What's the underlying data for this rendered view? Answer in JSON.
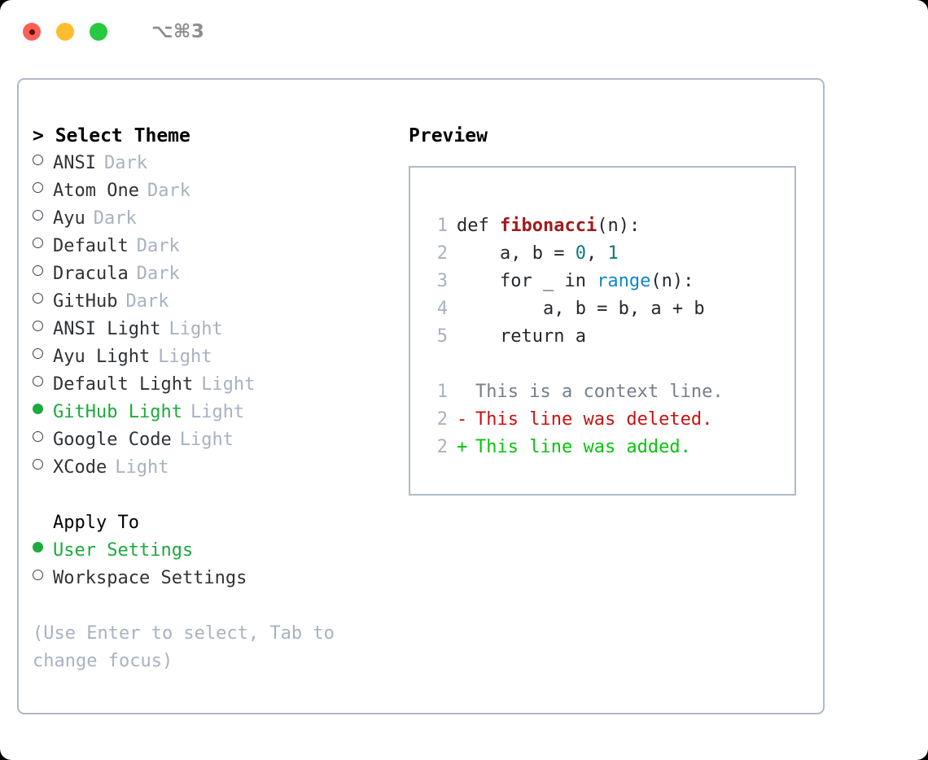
{
  "window": {
    "shortcut": "⌥⌘3",
    "traffic_lights": [
      {
        "name": "close",
        "color": "#ff5f57"
      },
      {
        "name": "minimize",
        "color": "#febc2e"
      },
      {
        "name": "maximize",
        "color": "#28c840"
      }
    ]
  },
  "theme_list": {
    "header": "> Select Theme",
    "items": [
      {
        "label": "ANSI",
        "tag": "Dark",
        "selected": false
      },
      {
        "label": "Atom One",
        "tag": "Dark",
        "selected": false
      },
      {
        "label": "Ayu",
        "tag": "Dark",
        "selected": false
      },
      {
        "label": "Default",
        "tag": "Dark",
        "selected": false
      },
      {
        "label": "Dracula",
        "tag": "Dark",
        "selected": false
      },
      {
        "label": "GitHub",
        "tag": "Dark",
        "selected": false
      },
      {
        "label": "ANSI Light",
        "tag": "Light",
        "selected": false
      },
      {
        "label": "Ayu Light",
        "tag": "Light",
        "selected": false
      },
      {
        "label": "Default Light",
        "tag": "Light",
        "selected": false
      },
      {
        "label": "GitHub Light",
        "tag": "Light",
        "selected": true
      },
      {
        "label": "Google Code",
        "tag": "Light",
        "selected": false
      },
      {
        "label": "XCode",
        "tag": "Light",
        "selected": false
      }
    ]
  },
  "apply_to": {
    "header": "Apply To",
    "items": [
      {
        "label": "User Settings",
        "selected": true
      },
      {
        "label": "Workspace Settings",
        "selected": false
      }
    ]
  },
  "hint": "(Use Enter to select, Tab to change focus)",
  "preview": {
    "title": "Preview",
    "code_lines": [
      {
        "num": "1",
        "parts": [
          {
            "text": "def ",
            "type": "plain"
          },
          {
            "text": "fibonacci",
            "type": "fn"
          },
          {
            "text": "(n):",
            "type": "plain"
          }
        ]
      },
      {
        "num": "2",
        "parts": [
          {
            "text": "    a, b = ",
            "type": "plain"
          },
          {
            "text": "0",
            "type": "num"
          },
          {
            "text": ", ",
            "type": "plain"
          },
          {
            "text": "1",
            "type": "num"
          }
        ]
      },
      {
        "num": "3",
        "parts": [
          {
            "text": "    for _ in ",
            "type": "plain"
          },
          {
            "text": "range",
            "type": "call"
          },
          {
            "text": "(n):",
            "type": "plain"
          }
        ]
      },
      {
        "num": "4",
        "parts": [
          {
            "text": "        a, b = b, a + b",
            "type": "plain"
          }
        ]
      },
      {
        "num": "5",
        "parts": [
          {
            "text": "    return a",
            "type": "plain"
          }
        ]
      }
    ],
    "diff_lines": [
      {
        "num": "1",
        "sign": " ",
        "text": "This is a context line.",
        "type": "context"
      },
      {
        "num": "2",
        "sign": "-",
        "text": "This line was deleted.",
        "type": "deleted"
      },
      {
        "num": "2",
        "sign": "+",
        "text": "This line was added.",
        "type": "added"
      }
    ]
  },
  "colors": {
    "accent_green": "#1aab3c",
    "border": "#b0bac7",
    "muted": "#a8b2bf",
    "diff_added": "#07c40c",
    "diff_deleted": "#cc1111",
    "syntax_function": "#a01b1b",
    "syntax_number": "#0c7c77",
    "syntax_call": "#0f86c4"
  }
}
